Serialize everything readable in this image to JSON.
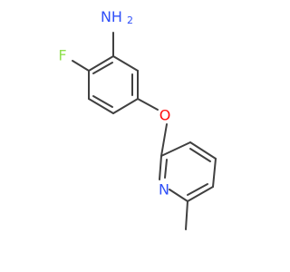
{
  "atoms": {
    "amine": {
      "label": "NH2",
      "color": "#3050F8"
    },
    "fluorine": {
      "label": "F",
      "color": "#90E050"
    },
    "ether_oxygen": {
      "label": "O",
      "color": "#FF0D0D"
    },
    "pyridine_nitrogen": {
      "label": "N",
      "color": "#3050F8"
    }
  },
  "bond_color": "#404040"
}
